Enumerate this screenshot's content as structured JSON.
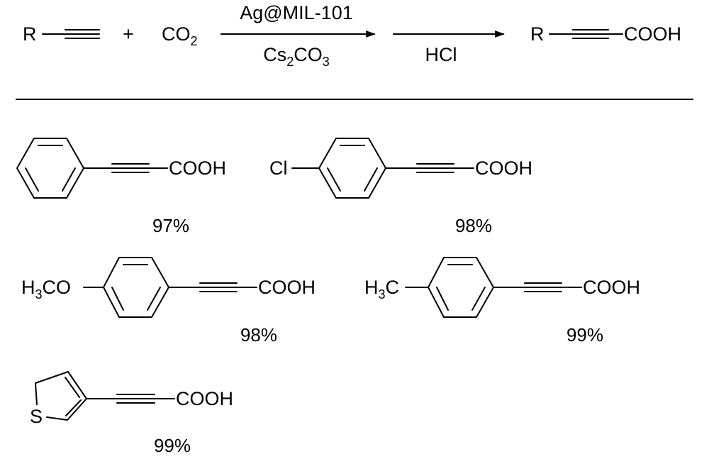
{
  "scheme": {
    "reactant_r": "R",
    "plus": "+",
    "co2_main": "CO",
    "co2_sub": "2",
    "reagent_top": "Ag@MIL-101",
    "reagent_bottom_a": "Cs",
    "reagent_bottom_sub1": "2",
    "reagent_bottom_b": "CO",
    "reagent_bottom_sub2": "3",
    "workup": "HCl",
    "product_r": "R",
    "product_cooh": "COOH"
  },
  "products": [
    {
      "substituent": "",
      "acid": "COOH",
      "yield": "97%"
    },
    {
      "substituent": "Cl",
      "acid": "COOH",
      "yield": "98%"
    },
    {
      "substituent_main": "H",
      "substituent_sub": "3",
      "substituent_tail": "CO",
      "acid": "COOH",
      "yield": "98%"
    },
    {
      "substituent_main": "H",
      "substituent_sub": "3",
      "substituent_tail": "C",
      "acid": "COOH",
      "yield": "99%"
    },
    {
      "heteroatom": "S",
      "acid": "COOH",
      "yield": "99%"
    }
  ]
}
